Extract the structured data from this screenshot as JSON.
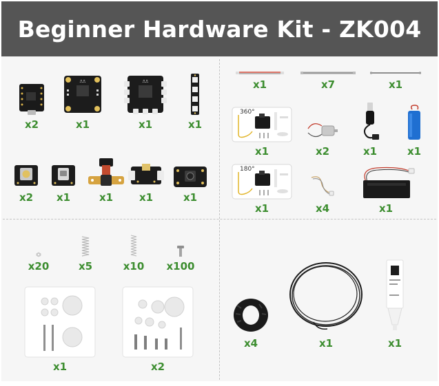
{
  "header": {
    "title": "Beginner Hardware Kit - ZK004"
  },
  "colors": {
    "header_bg": "#555555",
    "quantity_text": "#3c8d2f",
    "panel_bg": "#f6f6f6"
  },
  "items": {
    "controller_board": {
      "qty": "x2",
      "icon": "microcontroller-board"
    },
    "expansion_board_4": {
      "qty": "x1",
      "icon": "expansion-board"
    },
    "expansion_board_8": {
      "qty": "x1",
      "icon": "expansion-board"
    },
    "rgb_strip": {
      "qty": "x1",
      "icon": "led-strip"
    },
    "cable_short": {
      "qty": "x1",
      "icon": "cable"
    },
    "cable_grey": {
      "qty": "x7",
      "icon": "cable"
    },
    "cable_long": {
      "qty": "x1",
      "icon": "cable"
    },
    "servo_360": {
      "qty": "x1",
      "icon": "servo-motor",
      "label": "360°"
    },
    "dc_motor": {
      "qty": "x2",
      "icon": "dc-motor"
    },
    "usb_charger": {
      "qty": "x1",
      "icon": "usb-charger"
    },
    "battery": {
      "qty": "x1",
      "icon": "battery"
    },
    "joystick": {
      "qty": "x2",
      "icon": "joystick-module"
    },
    "button_module": {
      "qty": "x1",
      "icon": "button-module"
    },
    "switch_module": {
      "qty": "x1",
      "icon": "switch-module"
    },
    "sensor_module": {
      "qty": "x1",
      "icon": "sensor-module"
    },
    "tact_button": {
      "qty": "x1",
      "icon": "tact-button"
    },
    "servo_180": {
      "qty": "x1",
      "icon": "servo-motor",
      "label": "180°"
    },
    "led_wire": {
      "qty": "x4",
      "icon": "led-wire"
    },
    "battery_box": {
      "qty": "x1",
      "icon": "battery-box"
    },
    "nut": {
      "qty": "x20",
      "icon": "nut"
    },
    "spring_large": {
      "qty": "x5",
      "icon": "spring"
    },
    "spring_small": {
      "qty": "x10",
      "icon": "spring"
    },
    "screw": {
      "qty": "x100",
      "icon": "screw"
    },
    "gear_set_a": {
      "qty": "x1",
      "icon": "gear-set"
    },
    "gear_set_b": {
      "qty": "x2",
      "icon": "gear-set"
    },
    "tire": {
      "qty": "x4",
      "icon": "tire"
    },
    "wire_coil": {
      "qty": "x1",
      "icon": "wire-coil"
    },
    "grease": {
      "qty": "x1",
      "icon": "grease-tube"
    }
  }
}
